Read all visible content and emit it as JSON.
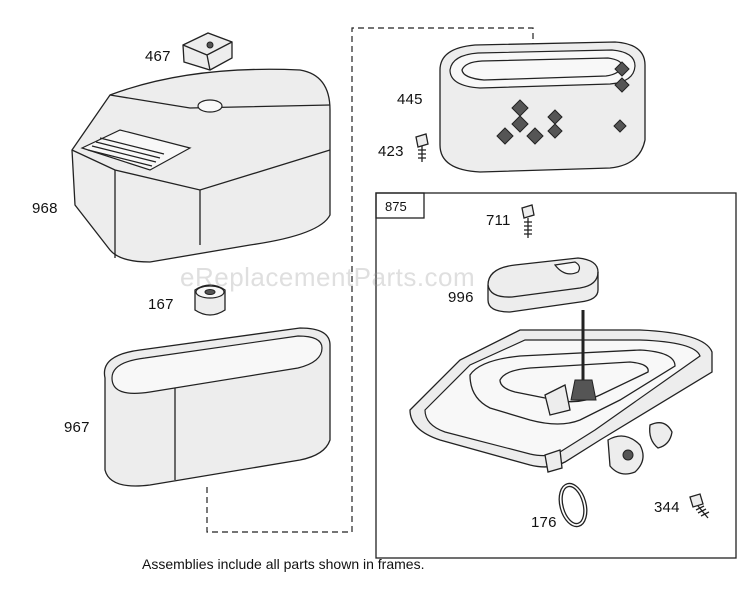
{
  "parts": {
    "p467": "467",
    "p968": "968",
    "p167": "167",
    "p967": "967",
    "p445": "445",
    "p423": "423",
    "p875": "875",
    "p711": "711",
    "p996": "996",
    "p344": "344",
    "p176": "176"
  },
  "watermark": "eReplacementParts.com",
  "caption": "Assemblies include all parts shown in frames."
}
